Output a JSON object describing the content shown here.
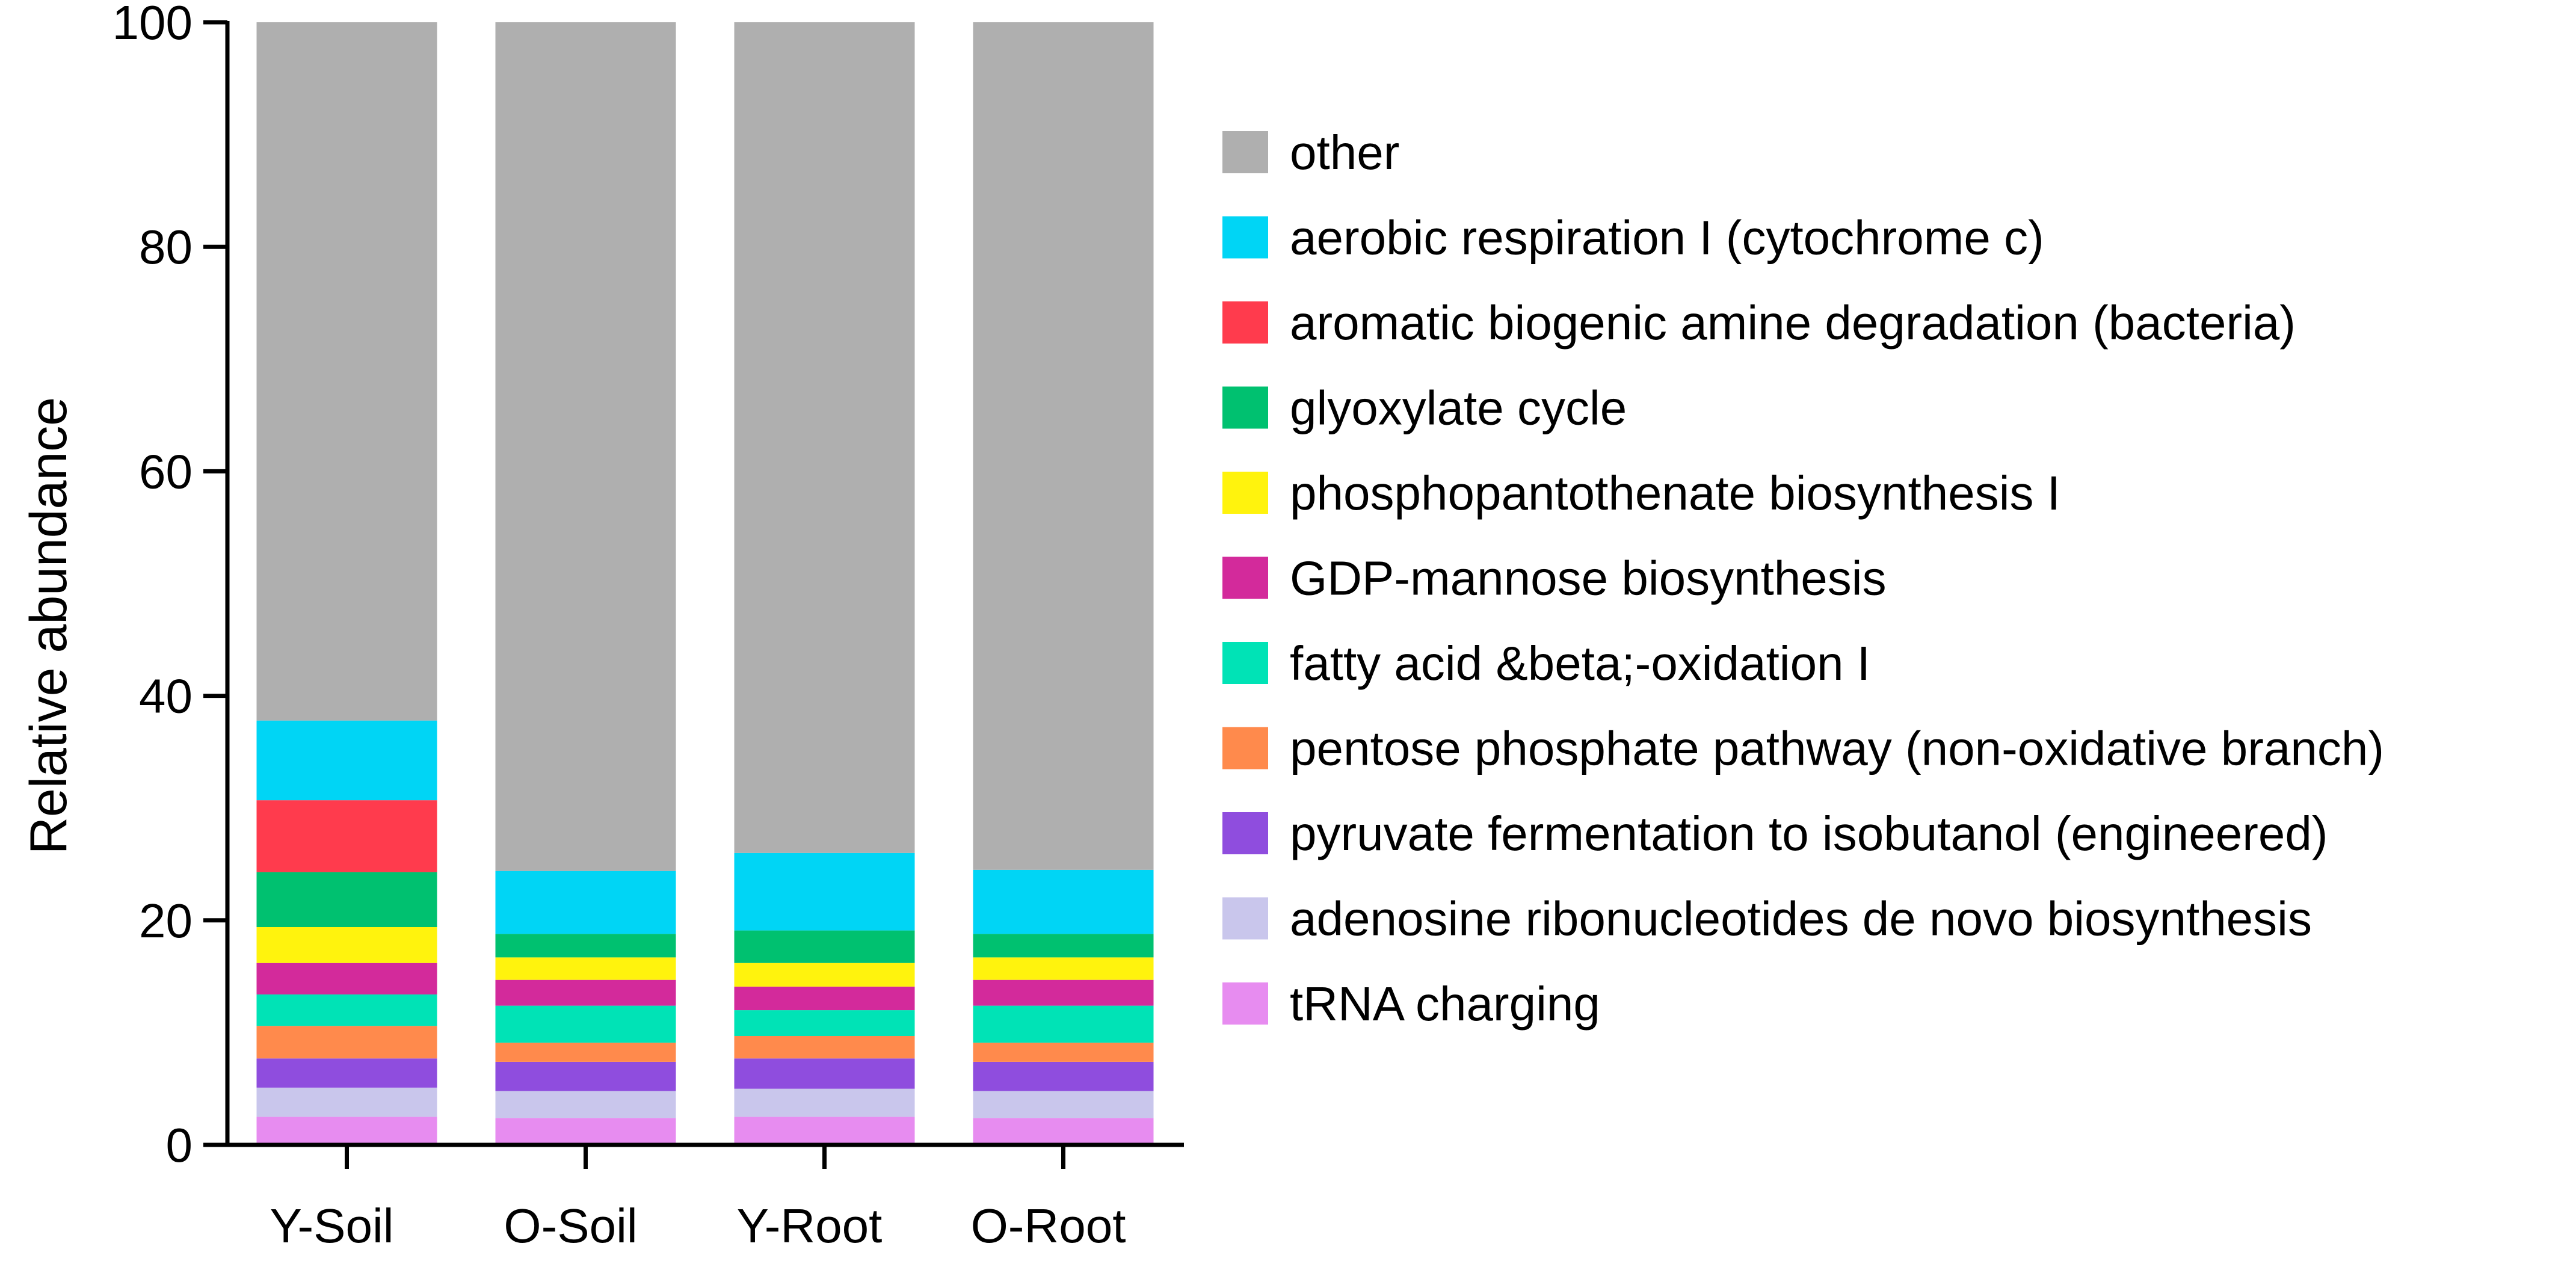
{
  "chart_data": {
    "type": "bar",
    "stacked": true,
    "title": "",
    "xlabel": "",
    "ylabel": "Relative abundance",
    "ylim": [
      0,
      100
    ],
    "yticks": [
      0,
      20,
      40,
      60,
      80,
      100
    ],
    "categories": [
      "Y-Soil",
      "O-Soil",
      "Y-Root",
      "O-Root"
    ],
    "legend_position": "right",
    "grid": false,
    "series": [
      {
        "name": "tRNA charging",
        "color": "#E78CF0",
        "values": [
          2.5,
          2.4,
          2.5,
          2.4
        ]
      },
      {
        "name": "adenosine ribonucleotides de novo biosynthesis",
        "color": "#C9C6EC",
        "values": [
          2.6,
          2.4,
          2.5,
          2.4
        ]
      },
      {
        "name": "pyruvate fermentation to isobutanol (engineered)",
        "color": "#8F4DDE",
        "values": [
          2.6,
          2.6,
          2.7,
          2.6
        ]
      },
      {
        "name": "pentose phosphate pathway (non-oxidative branch)",
        "color": "#FF8A4C",
        "values": [
          2.9,
          1.7,
          2.0,
          1.7
        ]
      },
      {
        "name": "fatty acid &beta;-oxidation I",
        "color": "#00E3B6",
        "values": [
          2.8,
          3.3,
          2.3,
          3.3
        ]
      },
      {
        "name": "GDP-mannose biosynthesis",
        "color": "#D32A9B",
        "values": [
          2.8,
          2.3,
          2.1,
          2.3
        ]
      },
      {
        "name": "phosphopantothenate biosynthesis I",
        "color": "#FFF30D",
        "values": [
          3.2,
          2.0,
          2.1,
          2.0
        ]
      },
      {
        "name": "glyoxylate cycle",
        "color": "#00C170",
        "values": [
          4.9,
          2.1,
          2.9,
          2.1
        ]
      },
      {
        "name": "aromatic biogenic amine degradation (bacteria)",
        "color": "#FF3B4D",
        "values": [
          6.4,
          0.0,
          0.0,
          0.0
        ]
      },
      {
        "name": "aerobic respiration I (cytochrome c)",
        "color": "#00D5F5",
        "values": [
          7.1,
          5.6,
          6.9,
          5.7
        ]
      },
      {
        "name": "other",
        "color": "#AFAFAF",
        "values": [
          62.2,
          75.6,
          74.0,
          75.5
        ]
      }
    ],
    "legend_order": [
      "other",
      "aerobic respiration I (cytochrome c)",
      "aromatic biogenic amine degradation (bacteria)",
      "glyoxylate cycle",
      "phosphopantothenate biosynthesis I",
      "GDP-mannose biosynthesis",
      "fatty acid &beta;-oxidation I",
      "pentose phosphate pathway (non-oxidative branch)",
      "pyruvate fermentation to isobutanol (engineered)",
      "adenosine ribonucleotides de novo biosynthesis",
      "tRNA charging"
    ]
  }
}
